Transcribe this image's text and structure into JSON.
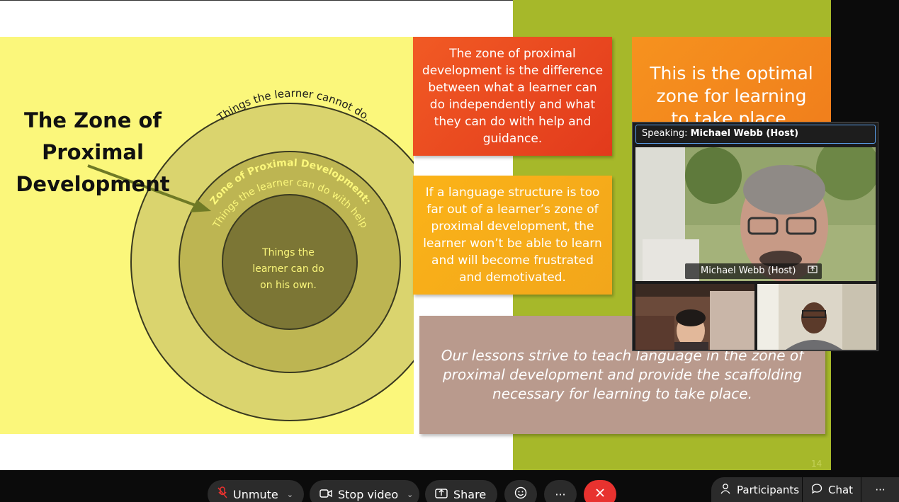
{
  "slide": {
    "title": "The Zone of Proximal Development",
    "outer_ring_text": "Things the learner cannot do.",
    "middle_ring_title": "Zone of Proximal Development:",
    "middle_ring_text": "Things the learner can do with help",
    "inner_lines": [
      "Things the",
      "learner can do",
      "on his own."
    ],
    "red_box": "The zone of proximal development is the difference between what a learner can do independently and what they can do with help and guidance.",
    "yellow_box": "If a language structure is too far out of a learner’s zone of proximal development, the learner won’t be able to learn and will become frustrated and demotivated.",
    "orange_box": "This is the optimal zone for learning to take place.",
    "brown_box": "Our lessons strive to teach language in the zone of proximal development and provide the scaffolding necessary for learning to take place.",
    "page_number": "14"
  },
  "video_panel": {
    "speaking_label": "Speaking:",
    "speaking_name": "Michael Webb (Host)",
    "main_name_tag": "Michael Webb (Host)"
  },
  "toolbar": {
    "unmute": "Unmute",
    "stop_video": "Stop video",
    "share": "Share",
    "participants": "Participants",
    "chat": "Chat",
    "more": "···"
  },
  "colors": {
    "slide_yellow": "#fbf77b",
    "green_band": "#a6b82a",
    "red_box": "#e23a1c",
    "yellow_box": "#f2a61b",
    "orange_box": "#f07d1c",
    "brown_box": "#b99a8d",
    "end_call": "#e8322f",
    "speaking_border": "#5a9ee8"
  },
  "icons": [
    "mic-muted-icon",
    "video-camera-icon",
    "share-screen-icon",
    "reactions-icon",
    "more-icon",
    "end-call-icon",
    "participants-icon",
    "chat-icon"
  ]
}
